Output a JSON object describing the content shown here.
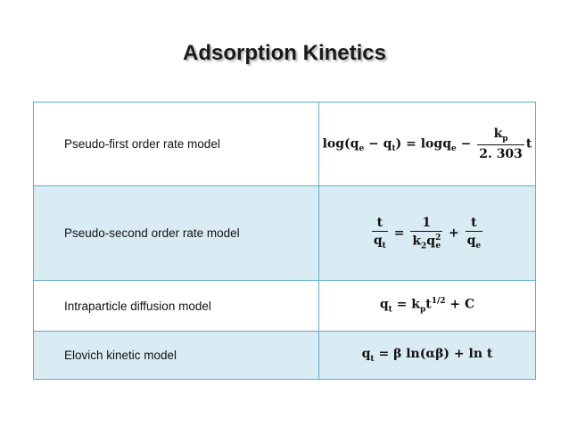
{
  "title": "Adsorption Kinetics",
  "colors": {
    "border": "#5aaec9",
    "row_fill": "#daecf3"
  },
  "rows": [
    {
      "label": "Pseudo-first order rate model",
      "eq": {
        "lhs": "log(q",
        "lhs_sub1": "e",
        "minus": " − q",
        "lhs_sub2": "t",
        "close": ") = logq",
        "sub3": "e",
        "op": " − ",
        "num": "k",
        "num_sub": "p",
        "den": "2. 303",
        "tail": "t"
      }
    },
    {
      "label": "Pseudo-second order rate model",
      "eq": {
        "n1": "t",
        "d1": "q",
        "d1_sub": "t",
        "eq": " = ",
        "n2": "1",
        "d2a": "k",
        "d2a_sub": "2",
        "d2b": "q",
        "d2b_sup": "2",
        "d2b_sub": "e",
        "plus": " + ",
        "n3": "t",
        "d3": "q",
        "d3_sub": "e"
      }
    },
    {
      "label": "Intraparticle diffusion model",
      "eq": {
        "a": "q",
        "a_sub": "t",
        "b": " = k",
        "b_sub": "p",
        "c": "t",
        "c_sup": "1/2",
        "d": " + C"
      }
    },
    {
      "label": "Elovich kinetic model",
      "eq": {
        "a": "q",
        "a_sub": "t",
        "b": " = β ln(αβ) + ln t"
      }
    }
  ]
}
